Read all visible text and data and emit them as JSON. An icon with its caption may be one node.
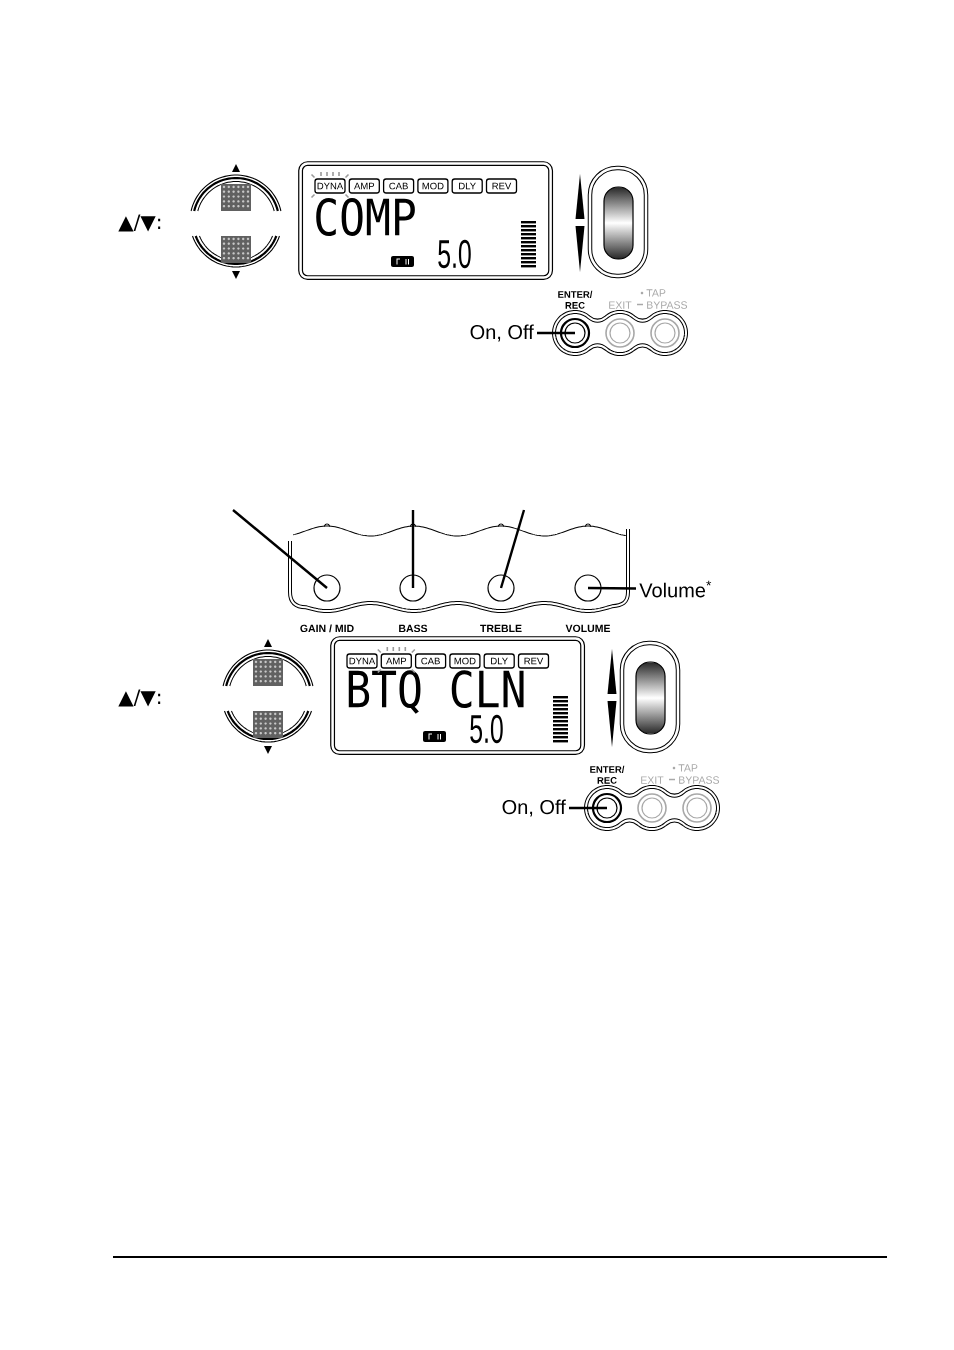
{
  "diagram": {
    "nodes": [
      {
        "text": [
          "COMP",
          "5.0"
        ]
      },
      {
        "text": [
          "DYNA"
        ],
        "in": 0
      },
      {
        "text": [
          "AMP"
        ],
        "in": 0
      },
      {
        "text": [
          "CAB"
        ],
        "in": 0
      },
      {
        "text": [
          "MOD"
        ],
        "in": 0
      },
      {
        "text": [
          "DLY"
        ],
        "in": 0
      },
      {
        "text": [
          "REV"
        ],
        "in": 0
      },
      {
        "text": [
          "On, Off"
        ]
      },
      {
        "text": [
          "ENTER/ REC"
        ]
      },
      {
        "text": [
          "EXIT"
        ]
      },
      {
        "text": [
          "TAP BYPASS"
        ]
      },
      {
        "text": [
          "GAIN / MID"
        ]
      },
      {
        "text": [
          "BASS"
        ]
      },
      {
        "text": [
          "TREBLE"
        ]
      },
      {
        "text": [
          "VOLUME"
        ]
      },
      {
        "text": [
          "Volume$^{*}$"
        ]
      },
      {
        "text": [
          "BTQ CLN",
          "5.0"
        ]
      },
      {
        "text": [
          "DYNA"
        ],
        "in": 16
      },
      {
        "text": [
          "AMP"
        ],
        "in": 16
      },
      {
        "text": [
          "CAB"
        ],
        "in": 16
      },
      {
        "text": [
          "MOD"
        ],
        "in": 16
      },
      {
        "text": [
          "DLY"
        ],
        "in": 16
      },
      {
        "text": [
          "REV"
        ],
        "in": 16
      },
      {
        "text": [
          "On, Off"
        ]
      },
      {
        "text": [
          "ENTER/ REC"
        ]
      },
      {
        "text": [
          "EXIT"
        ]
      },
      {
        "text": [
          "TAP BYPASS"
        ]
      }
    ],
    "edges": [
      {
        "from": 7,
        "to": 8,
        "arrow": "none"
      },
      {
        "from": null,
        "to": 11,
        "arrow": "none"
      },
      {
        "from": null,
        "to": 12,
        "arrow": "none"
      },
      {
        "from": null,
        "to": 13,
        "arrow": "none"
      },
      {
        "from": 15,
        "to": 14,
        "arrow": "none"
      },
      {
        "from": 23,
        "to": 24,
        "arrow": "none"
      }
    ],
    "labels": [
      "▲/▼:",
      "▲/▼:"
    ]
  }
}
